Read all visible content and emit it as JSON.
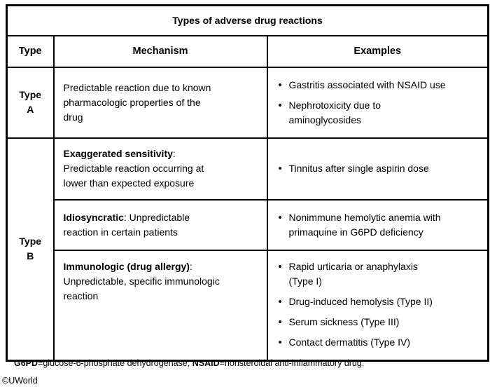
{
  "page": {
    "copyright": "©UWorld"
  },
  "table": {
    "title": "Types of adverse drug reactions",
    "bullet_char": "•",
    "headers": {
      "type": "Type",
      "mechanism": "Mechanism",
      "examples": "Examples"
    },
    "rows": [
      {
        "type_label": "Type\nA",
        "mechanism": {
          "bold": "",
          "rest": "Predictable reaction due to known\npharmacologic properties of the\ndrug"
        },
        "examples": [
          "Gastritis associated with NSAID use",
          "Nephrotoxicity due to\naminoglycosides"
        ]
      },
      {
        "type_label": "Type\nB",
        "mechanism": {
          "bold": "Exaggerated sensitivity",
          "rest": ":\nPredictable reaction occurring at\nlower than expected exposure"
        },
        "examples": [
          "Tinnitus after single aspirin dose"
        ]
      },
      {
        "mechanism": {
          "bold": "Idiosyncratic",
          "rest": ": Unpredictable\nreaction in certain patients"
        },
        "examples": [
          "Nonimmune hemolytic anemia with\nprimaquine in G6PD deficiency"
        ]
      },
      {
        "mechanism": {
          "bold": "Immunologic (drug allergy)",
          "rest": ":\nUnpredictable, specific immunologic\nreaction"
        },
        "examples": [
          "Rapid urticaria or anaphylaxis\n(Type I)",
          "Drug-induced hemolysis (Type II)",
          "Serum sickness (Type III)",
          "Contact dermatitis (Type IV)"
        ]
      }
    ],
    "footnote": {
      "abbr1": "G6PD",
      "def1": "=glucose-6-phosphate dehydrogenase; ",
      "abbr2": "NSAID",
      "def2": "=nonsteroidal anti-inflammatory drug."
    }
  }
}
